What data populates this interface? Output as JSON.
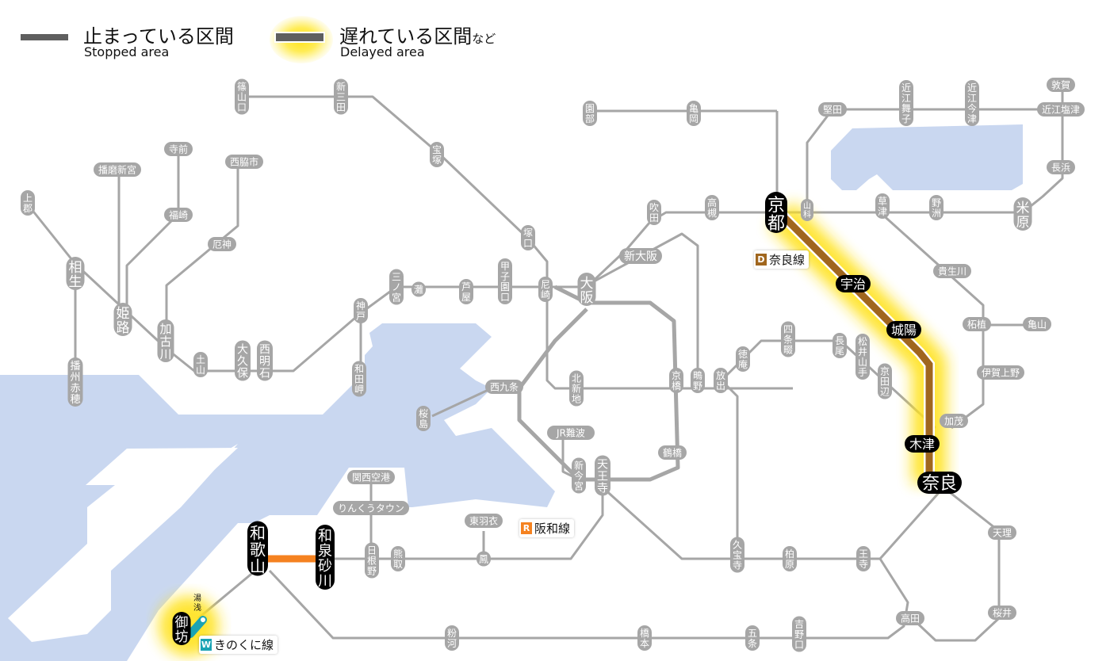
{
  "legend": {
    "stopped": {
      "jp": "止まっている区間",
      "en": "Stopped area"
    },
    "delayed": {
      "jp": "遅れている区間",
      "jp_suffix": "など",
      "en": "Delayed area"
    }
  },
  "colors": {
    "line_gray": "#a6a6a6",
    "water": "#c9d7f0",
    "stopped": "#5f5f5f",
    "delay_glow": "#ffe21a",
    "nara_line": "#a0661e",
    "hanwa_line": "#f58220",
    "kinokuni_line": "#1aa3b4",
    "highlight_station": "#000000"
  },
  "line_labels": [
    {
      "badge": "D",
      "name": "奈良線",
      "color": "#a0661e"
    },
    {
      "badge": "R",
      "name": "阪和線",
      "color": "#f58220"
    },
    {
      "badge": "W",
      "name": "きのくに線",
      "color": "#1aa3b4"
    }
  ],
  "highlighted_stations": {
    "kyoto": "京都",
    "uji": "宇治",
    "joyo": "城陽",
    "kizu": "木津",
    "nara": "奈良",
    "wakayama": "和歌山",
    "izumisunagawa": "和泉砂川",
    "gobo": "御坊",
    "yuasa": "湯浅"
  },
  "stations": {
    "sasayamaguchi": "篠山口",
    "shinsanda": "新三田",
    "takarazuka": "宝塚",
    "tsukaguchi": "塚口",
    "teramae": "寺前",
    "harimashingu": "播磨新宮",
    "nishiwakishi": "西脇市",
    "fukusaki": "福崎",
    "yakujin": "厄神",
    "kamigori": "上郡",
    "aioi": "相生",
    "himeji": "姫路",
    "kakogawa": "加古川",
    "banshuako": "播州赤穂",
    "doyama": "土山",
    "okubo": "大久保",
    "nishiakashi": "西明石",
    "kobe": "神戸",
    "wadamisaki": "和田岬",
    "sannomiya": "三ノ宮",
    "nada": "灘",
    "ashiya": "芦屋",
    "koshienguchi": "甲子園口",
    "amagasaki": "尼崎",
    "osaka": "大阪",
    "shinosaka": "新大阪",
    "suita": "吹田",
    "takatsuki": "高槻",
    "sonobe": "園部",
    "kameoka": "亀岡",
    "yamashina": "山科",
    "katata": "堅田",
    "omimaiko": "近江舞子",
    "omiimazu": "近江今津",
    "tsuruga": "敦賀",
    "omishiotsu": "近江塩津",
    "nagahama": "長浜",
    "maibara": "米原",
    "kusatsu": "草津",
    "yasu": "野洲",
    "tsuge": "柘植",
    "kameyama": "亀山",
    "kibukawa": "貴生川",
    "igaueno": "伊賀上野",
    "kamo": "加茂",
    "nishikujo": "西九条",
    "sakurajima": "桜島",
    "kitashinchi": "北新地",
    "kyobashi": "京橋",
    "shigino": "鴫野",
    "hanaten": "放出",
    "tokuan": "徳庵",
    "shijonawate": "四条畷",
    "nagao": "長尾",
    "matsuiyamate": "松井山手",
    "kyotanabe": "京田辺",
    "jrnamba": "JR難波",
    "shinimamiya": "新今宮",
    "tennoji": "天王寺",
    "tsuruhashi": "鶴橋",
    "kansaiairport": "関西空港",
    "rinkutown": "りんくうタウン",
    "higashihagoromo": "東羽衣",
    "hineno": "日根野",
    "kumatori": "熊取",
    "otori": "鳳",
    "kyuhoji": "久宝寺",
    "kashiwara": "柏原",
    "oji": "王寺",
    "tenri": "天理",
    "sakurai": "桜井",
    "takada": "高田",
    "yoshinoguchi": "吉野口",
    "gojo": "五条",
    "hashimoto": "橋本",
    "kokawa": "粉河"
  }
}
